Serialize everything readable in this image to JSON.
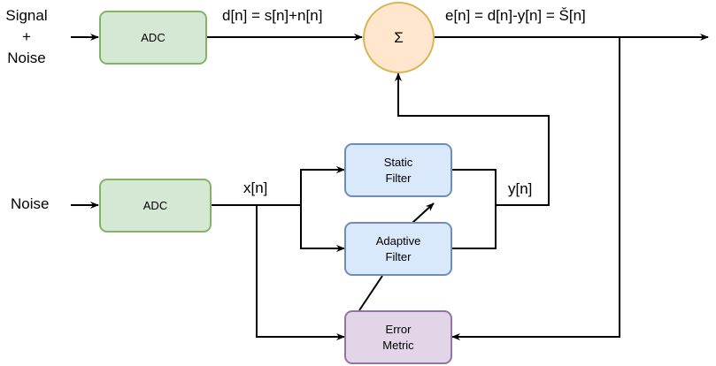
{
  "inputs": {
    "signal_noise": "Signal\n+\nNoise",
    "noise": "Noise"
  },
  "blocks": {
    "adc_top": "ADC",
    "adc_bottom": "ADC",
    "summer": "Σ",
    "static_filter": "Static\nFilter",
    "adaptive_filter": "Adaptive\nFilter",
    "error_metric": "Error\nMetric"
  },
  "signals": {
    "d": "d[n] = s[n]+n[n]",
    "e": "e[n] = d[n]-y[n] = Š[n]",
    "x": "x[n]",
    "y": "y[n]"
  },
  "colors": {
    "adc_fill": "#d5e8d4",
    "adc_stroke": "#82b366",
    "filter_fill": "#dae8fc",
    "filter_stroke": "#6c8ebf",
    "error_fill": "#e1d5e7",
    "error_stroke": "#9673a6",
    "sum_fill": "#ffe6cc",
    "sum_stroke": "#d6b656"
  }
}
